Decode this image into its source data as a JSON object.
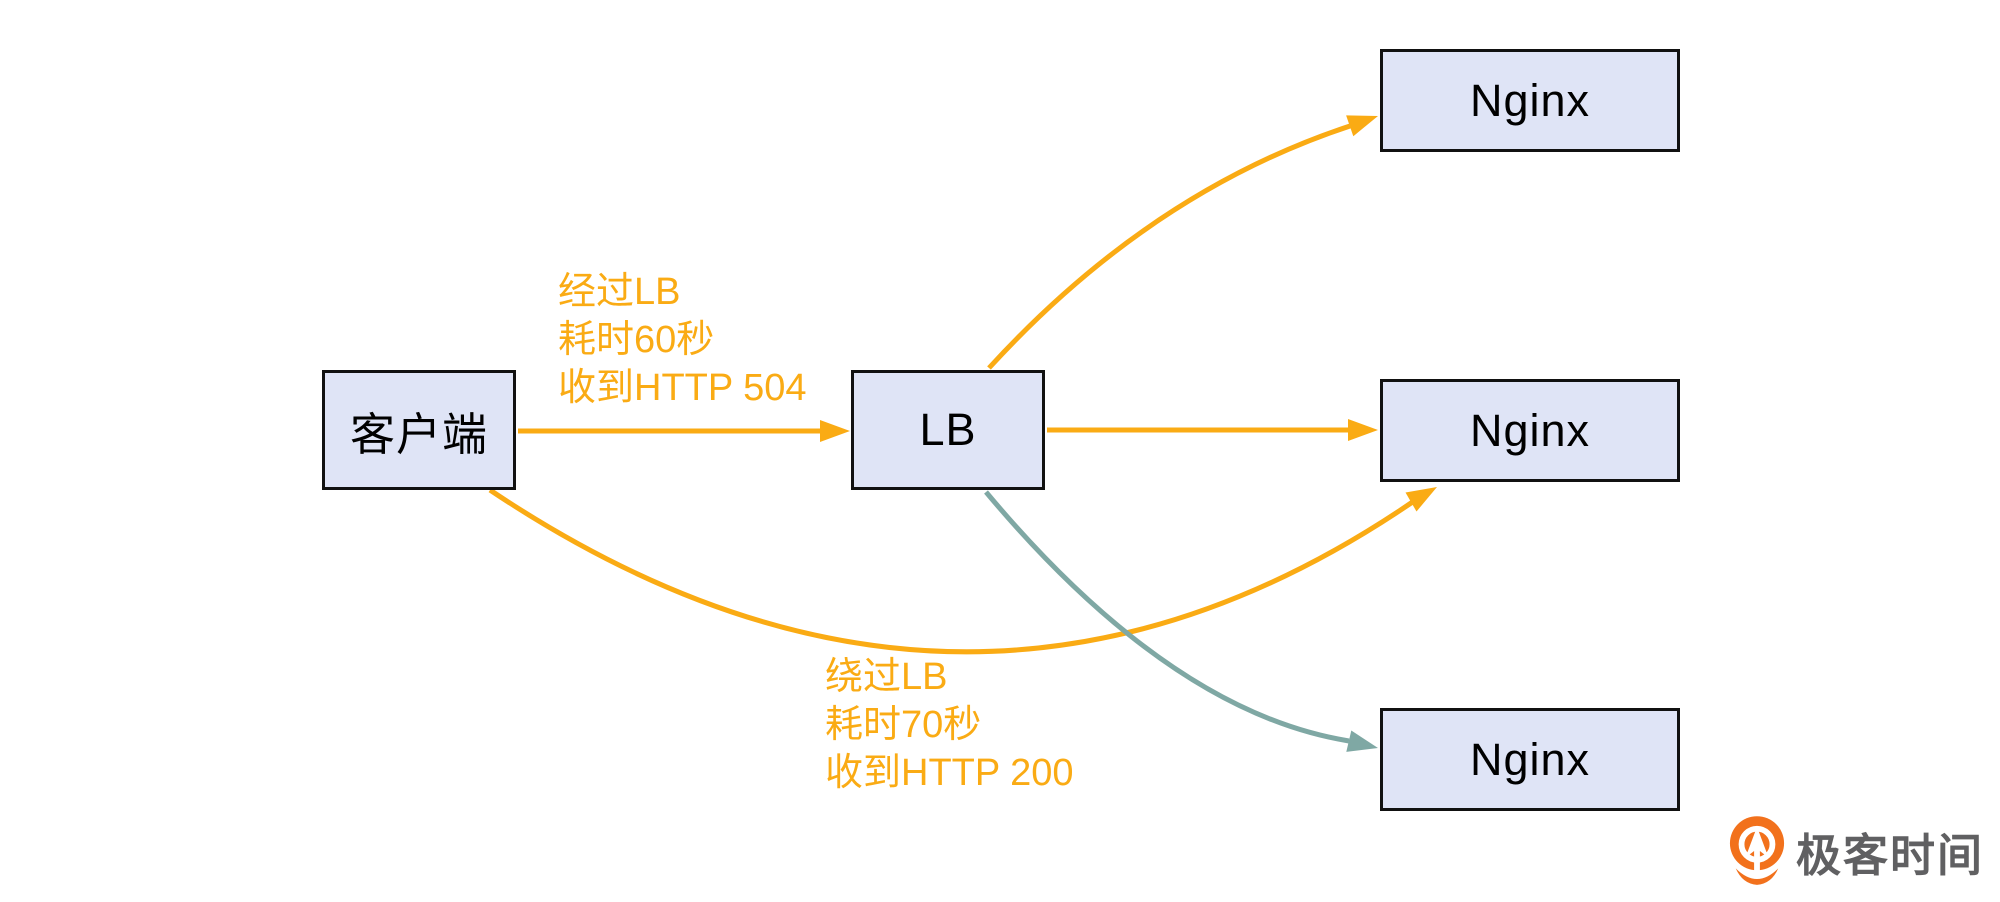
{
  "diagram": {
    "nodes": {
      "client": {
        "label": "客户端"
      },
      "lb": {
        "label": "LB"
      },
      "nginx_top": {
        "label": "Nginx"
      },
      "nginx_middle": {
        "label": "Nginx"
      },
      "nginx_bottom": {
        "label": "Nginx"
      }
    },
    "edge_labels": {
      "via_lb": {
        "lines": [
          "经过LB",
          "耗时60秒",
          "收到HTTP 504"
        ]
      },
      "bypass_lb": {
        "lines": [
          "绕过LB",
          "耗时70秒",
          "收到HTTP 200"
        ]
      }
    }
  },
  "colors": {
    "orange": "#faab14",
    "teal": "#7fa8a4",
    "node_fill": "#dfe4f6",
    "node_border": "#111111",
    "logo_orange": "#f2711c",
    "logo_text_gray": "#606062"
  },
  "logo": {
    "text": "极客时间"
  }
}
